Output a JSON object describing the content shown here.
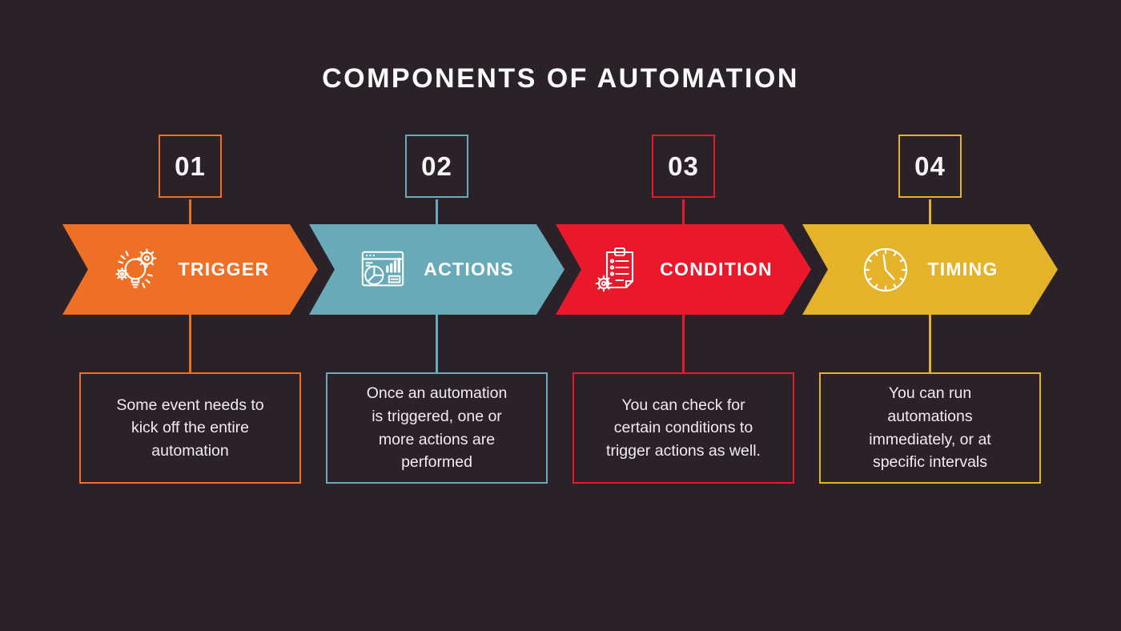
{
  "title": "COMPONENTS OF AUTOMATION",
  "colors": {
    "background": "#2b2129",
    "title_text": "#fbfafb",
    "step_orange": "#ee7026",
    "step_teal": "#68aab8",
    "step_red": "#e9192b",
    "step_yellow": "#e5b32a",
    "icon_and_label": "#ffffff"
  },
  "steps": [
    {
      "number": "01",
      "label": "TRIGGER",
      "color": "#ee7026",
      "icon": "lightbulb-gears-icon",
      "description": "Some event needs to\nkick off the entire\nautomation"
    },
    {
      "number": "02",
      "label": "ACTIONS",
      "color": "#68aab8",
      "icon": "browser-charts-icon",
      "description": "Once an automation\nis triggered, one or\nmore actions are\nperformed"
    },
    {
      "number": "03",
      "label": "CONDITION",
      "color": "#e9192b",
      "icon": "clipboard-checklist-gear-icon",
      "description": "You can check for\ncertain conditions to\ntrigger actions as well."
    },
    {
      "number": "04",
      "label": "TIMING",
      "color": "#e5b32a",
      "icon": "clock-icon",
      "description": "You can run\nautomations\nimmediately, or at\nspecific intervals"
    }
  ]
}
